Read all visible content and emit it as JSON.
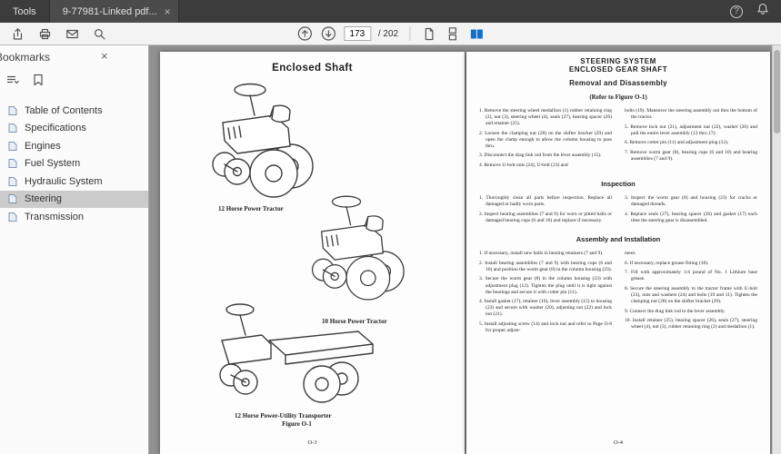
{
  "window": {
    "tools_tab": "Tools",
    "document_tab": "9-77981-Linked pdf...",
    "help": "?"
  },
  "icons": {
    "close_tab": "×",
    "close_panel": "×"
  },
  "toolbar": {
    "page_current": "173",
    "page_count_label": "/ 202"
  },
  "sidebar": {
    "title": "Bookmarks",
    "items": [
      {
        "label": "Table of Contents",
        "active": false
      },
      {
        "label": "Specifications",
        "active": false
      },
      {
        "label": "Engines",
        "active": false
      },
      {
        "label": "Fuel System",
        "active": false
      },
      {
        "label": "Hydraulic System",
        "active": false
      },
      {
        "label": "Steering",
        "active": true
      },
      {
        "label": "Transmission",
        "active": false
      }
    ]
  },
  "left_page": {
    "title": "Enclosed Shaft",
    "captions": [
      "12 Horse Power Tractor",
      "10 Horse Power Tractor",
      "12 Horse Power-Utility Transporter"
    ],
    "figure_label": "Figure O-1",
    "page_number": "O-3"
  },
  "right_page": {
    "title_lines": [
      "STEERING SYSTEM",
      "ENCLOSED GEAR SHAFT"
    ],
    "subtitle": "Removal and Disassembly",
    "refer_note": "(Refer to Figure O-1)",
    "removal_left": [
      "1. Remove the steering wheel medallion (1) rubber retaining ring (2), nut (3), steering wheel (4), seals (27), bearing spacer (26) and retainer (25).",
      "2. Loosen the clamping nut (28) on the shifter bracket (29) and open the clamp enough to allow the column housing to pass thru.",
      "3. Disconnect the drag link rod from the lever assembly (15).",
      "4. Remove U-bolt nuts (24), U-bolt (23) and"
    ],
    "removal_right": [
      "bolts (19). Maneuver the steering assembly out thru the bottom of the tractor.",
      "5. Remove lock nut (21), adjustment nut (22), washer (20) and pull the entire lever assembly (13 thru 17).",
      "6. Remove cotter pin (11) and adjustment plug (12).",
      "7. Remove worm gear (8), bearing cups (6 and 10) and bearing assemblies (7 and 9)."
    ],
    "inspection_heading": "Inspection",
    "inspection_left": [
      "1. Thoroughly clean all parts before inspection. Replace all damaged or badly worn parts.",
      "2. Inspect bearing assemblies (7 and 9) for worn or pitted balls or damaged bearing cups (6 and 10) and replace if necessary."
    ],
    "inspection_right": [
      "3. Inspect the worm gear (8) and housing (23) for cracks or damaged threads.",
      "4. Replace seals (27), bearing spacer (26) and gasket (17) each time the steering gear is disassembled."
    ],
    "assembly_heading": "Assembly and Installation",
    "assembly_left": [
      "1. If necessary, install new balls in bearing retainers (7 and 9).",
      "2. Install bearing assemblies (7 and 9) with bearing cups (6 and 10) and position the worm gear (8) in the column housing (23).",
      "3. Secure the worm gear (8) in the column housing (23) with adjustment plug (12). Tighten the plug until it is tight against the bearings and secure it with cotter pin (11).",
      "4. Install gasket (17), retainer (16), lever assembly (15) to housing (23) and secure with washer (20), adjusting nut (22) and lock nut (21).",
      "5. Install adjusting screw (14) and lock nut and refer to Page O-8 for proper adjust-"
    ],
    "assembly_right": [
      "ment.",
      "6. If necessary, replace grease fitting (18).",
      "7. Fill with approximately 1/4 pound of No. 1 Lithium base grease.",
      "8. Secure the steering assembly to the tractor frame with U-bolt (23), nuts and washers (24) and bolts (19 and 11). Tighten the clamping nut (28) on the shifter bracket (29).",
      "9. Connect the drag link rod to the lever assembly.",
      "10. Install retainer (25), bearing spacer (26), seals (27), steering wheel (4), nut (3), rubber retaining ring (2) and medallion (1)."
    ],
    "page_number": "O-4"
  }
}
